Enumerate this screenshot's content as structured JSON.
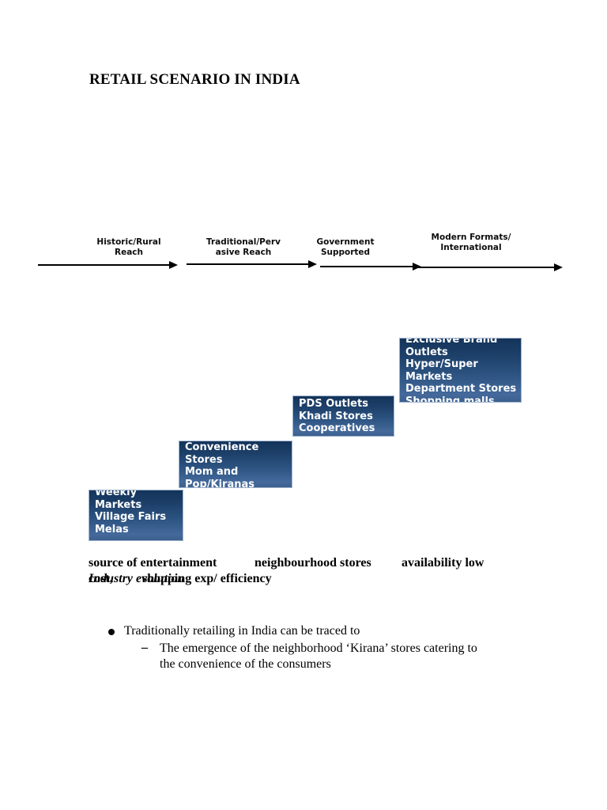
{
  "page": {
    "title": "RETAIL SCENARIO IN INDIA"
  },
  "timeline": {
    "stages": [
      {
        "label_line1": "Historic/Rural",
        "label_line2": "Reach"
      },
      {
        "label_line1": "Traditional/Perv",
        "label_line2": "asive Reach"
      },
      {
        "label_line1": "Government",
        "label_line2": "Supported"
      },
      {
        "label_line1": "Modern Formats/",
        "label_line2": "International"
      }
    ]
  },
  "stair_boxes": [
    {
      "text": "Weekly\nMarkets\nVillage Fairs\nMelas"
    },
    {
      "text": "Convenience\nStores\nMom and\nPop/Kiranas"
    },
    {
      "text": "PDS Outlets\nKhadi Stores\nCooperatives"
    },
    {
      "text": "Exclusive Brand\nOutlets\nHyper/Super\nMarkets\nDepartment Stores\nShopping malls"
    }
  ],
  "annotations": {
    "row1_col1": "source of entertainment",
    "row1_col2": "neighbourhood stores",
    "row1_col3": "availability low",
    "row2_left": "cost,",
    "row2_right": "shopping exp/ efficiency",
    "overlay_heading": "Industry evolution"
  },
  "bullets": {
    "dash": "–",
    "level1": "Traditionally retailing in India can be traced to",
    "level2": "The emergence of the neighborhood ‘Kirana’ stores catering to\nthe convenience of the consumers"
  },
  "colors": {
    "box_gradient_top": "#14345A",
    "box_gradient_bottom": "#44699B",
    "box_border": "#9FB3CC",
    "box_text": "#FFFFFF",
    "text": "#000000",
    "background": "#FFFFFF"
  }
}
